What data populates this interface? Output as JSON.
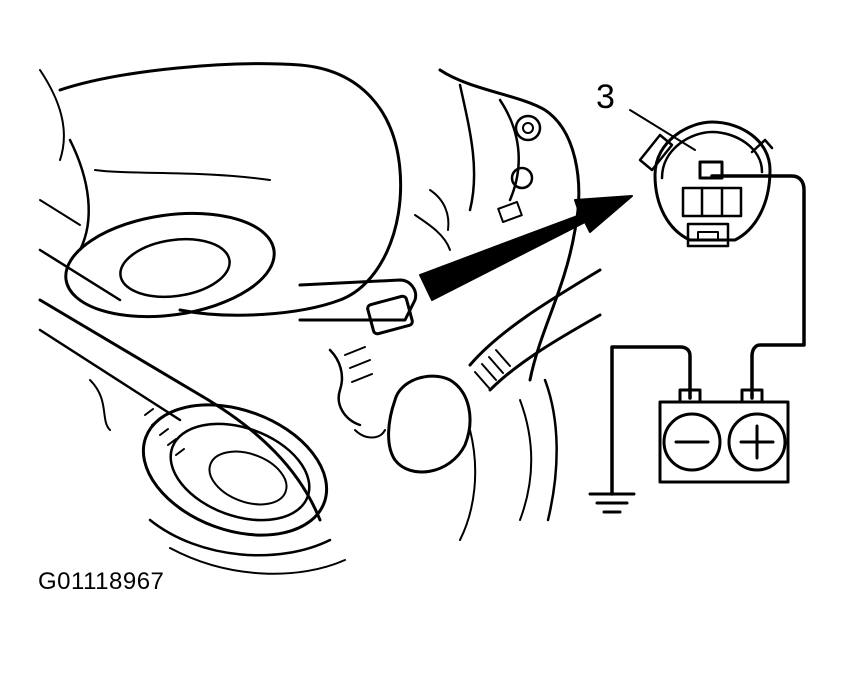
{
  "diagram": {
    "callout_number": "3",
    "figure_id": "G01118967",
    "battery": {
      "negative_symbol": "−",
      "positive_symbol": "+"
    },
    "icons": [
      "engine-assembly-illustration",
      "connector-icon",
      "battery-icon",
      "ground-symbol-icon",
      "pointer-arrow-icon"
    ],
    "colors": {
      "line": "#000000",
      "background": "#ffffff"
    }
  }
}
